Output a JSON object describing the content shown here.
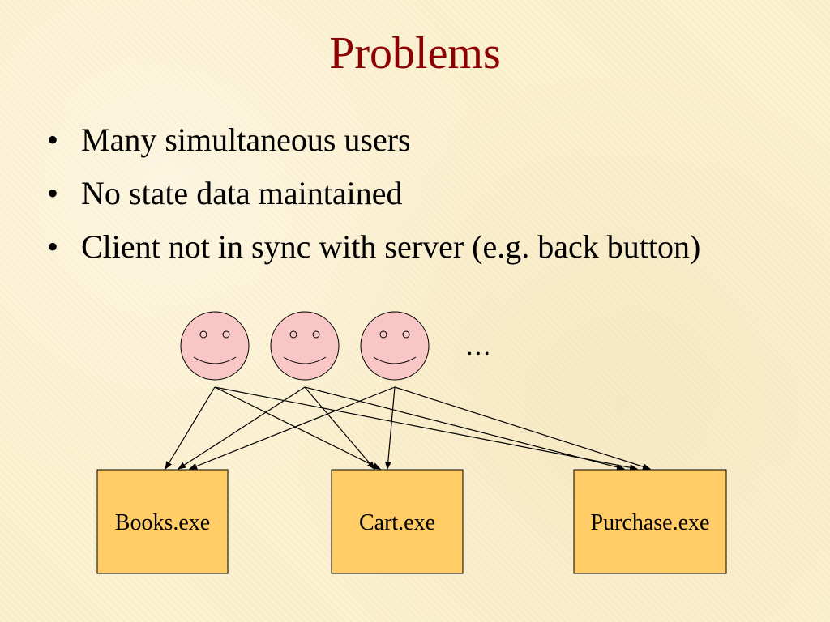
{
  "slide": {
    "title": "Problems",
    "bullets": [
      "Many simultaneous users",
      "No state data maintained",
      "Client not in sync with server (e.g. back button)"
    ]
  },
  "diagram": {
    "users": [
      "user-1",
      "user-2",
      "user-3"
    ],
    "more_users_label": "…",
    "programs": [
      "Books.exe",
      "Cart.exe",
      "Purchase.exe"
    ],
    "connections": [
      {
        "from": 0,
        "to": 0
      },
      {
        "from": 0,
        "to": 1
      },
      {
        "from": 0,
        "to": 2
      },
      {
        "from": 1,
        "to": 0
      },
      {
        "from": 1,
        "to": 1
      },
      {
        "from": 1,
        "to": 2
      },
      {
        "from": 2,
        "to": 0
      },
      {
        "from": 2,
        "to": 1
      },
      {
        "from": 2,
        "to": 2
      }
    ],
    "colors": {
      "face_fill": "#f9c6c6",
      "box_fill": "#ffcc66",
      "title_color": "#8b0000"
    }
  }
}
